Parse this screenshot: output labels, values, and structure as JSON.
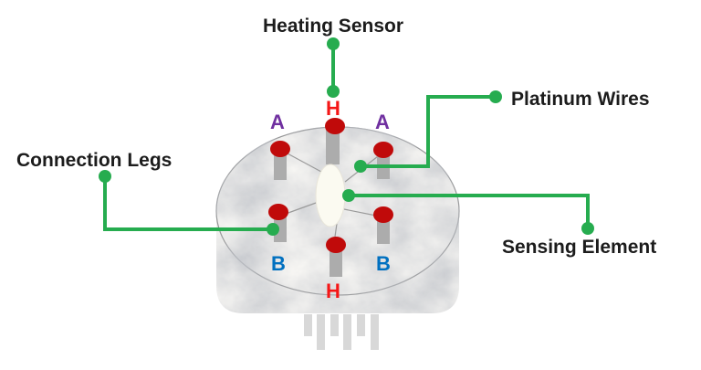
{
  "figure": {
    "type": "labeled-diagram",
    "subject": "Gas sensor internal structure",
    "labels": {
      "heating_sensor": "Heating Sensor",
      "platinum_wires": "Platinum Wires",
      "connection_legs": "Connection Legs",
      "sensing_element": "Sensing Element"
    },
    "pin_labels": {
      "h_top": "H",
      "a_left": "A",
      "a_right": "A",
      "b_left": "B",
      "b_right": "B",
      "h_bottom": "H"
    },
    "colors": {
      "green": "#26AC4F",
      "pin_red": "#C00A0A",
      "h_red": "#F51616",
      "a_purple": "#7030A0",
      "b_blue": "#0070C0",
      "label_black": "#1C1C1C",
      "leg_gray": "#ACACAC",
      "bottom_pin_gray": "#D8D8D8",
      "body_base": "#F6F5F3",
      "outline_gray": "#8F8F8F",
      "element_white": "#FBFAF1"
    }
  }
}
